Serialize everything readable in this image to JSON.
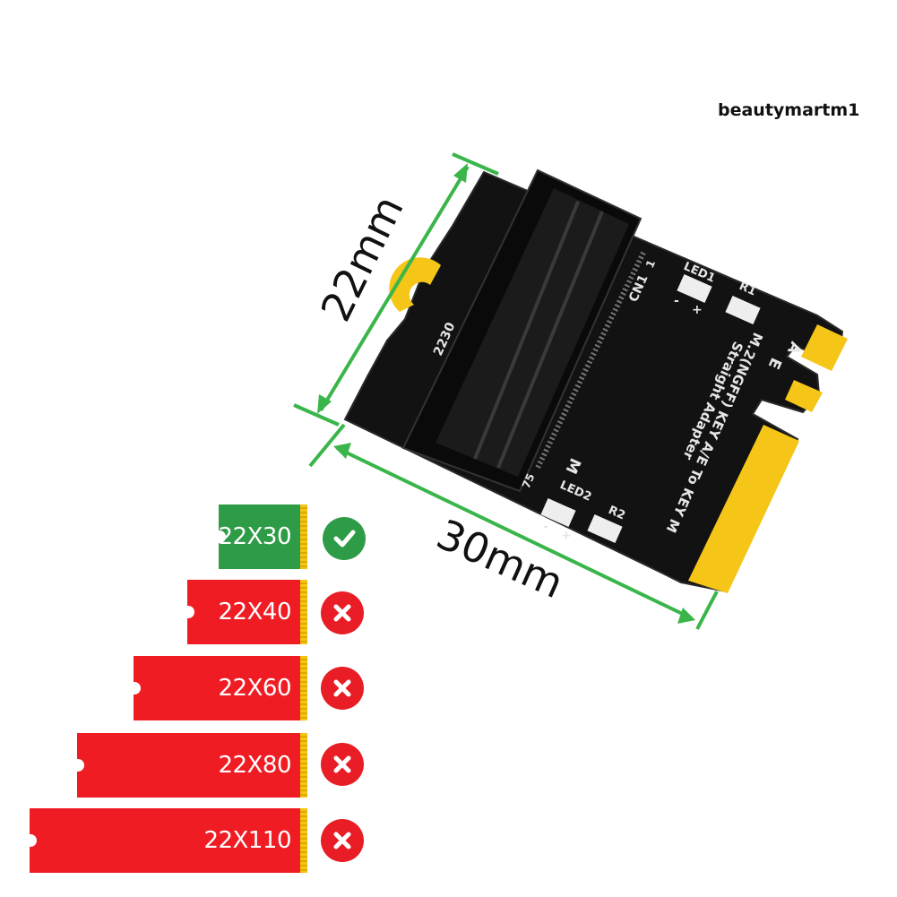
{
  "watermark": "beautymartm1",
  "dimensions": {
    "width": "22mm",
    "length": "30mm"
  },
  "board": {
    "size_mark": "2230",
    "connector": "CN1",
    "pin_top": "1",
    "pin_bottom": "75",
    "led1": "LED1",
    "r1": "R1",
    "led2": "LED2",
    "r2": "R2",
    "minus": "-",
    "plus": "+",
    "key_a": "A",
    "key_e": "E",
    "key_m": "M",
    "title_line1": "M.2(NGFF) KEY A/E To KEY M",
    "title_line2": "Straight Adapter"
  },
  "sizes": [
    {
      "label": "22X30",
      "status": "compatible",
      "color": "#2e9b47"
    },
    {
      "label": "22X40",
      "status": "not-compatible",
      "color": "#f01c24"
    },
    {
      "label": "22X60",
      "status": "not-compatible",
      "color": "#f01c24"
    },
    {
      "label": "22X80",
      "status": "not-compatible",
      "color": "#f01c24"
    },
    {
      "label": "22X110",
      "status": "not-compatible",
      "color": "#f01c24"
    }
  ],
  "colors": {
    "dimension_line": "#3ab54a",
    "pcb": "#111111",
    "gold": "#f5c518"
  }
}
